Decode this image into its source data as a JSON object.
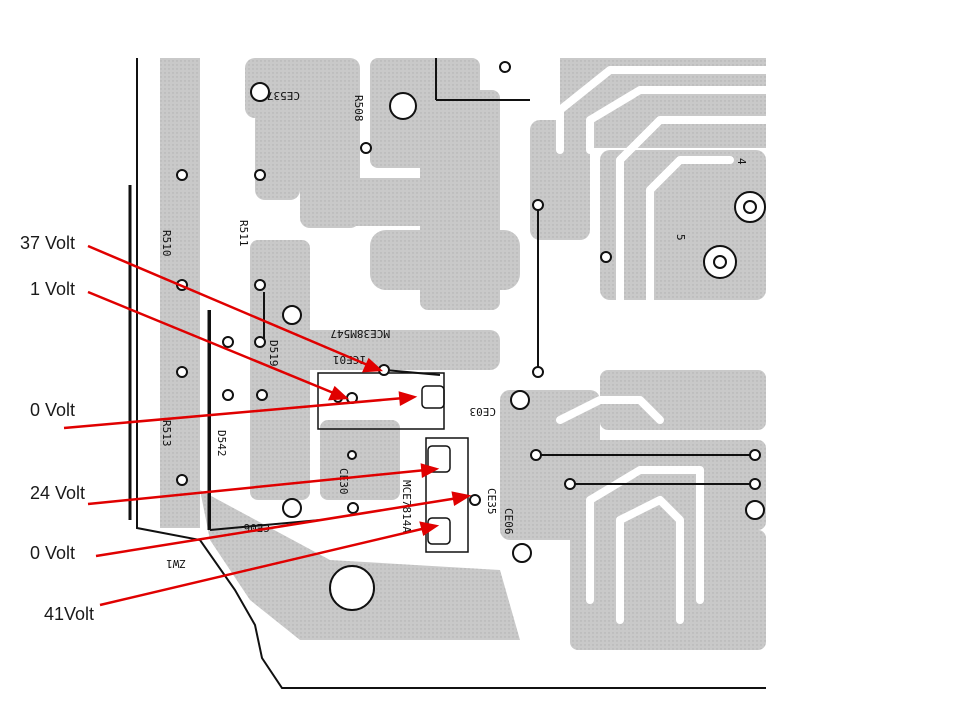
{
  "voltage_labels": [
    "37 Volt",
    "1 Volt",
    "0 Volt",
    "24 Volt",
    "0 Volt",
    "41Volt"
  ],
  "colors": {
    "trace": "#c4c4c4",
    "ink": "#111111",
    "arrow": "#e00000"
  }
}
